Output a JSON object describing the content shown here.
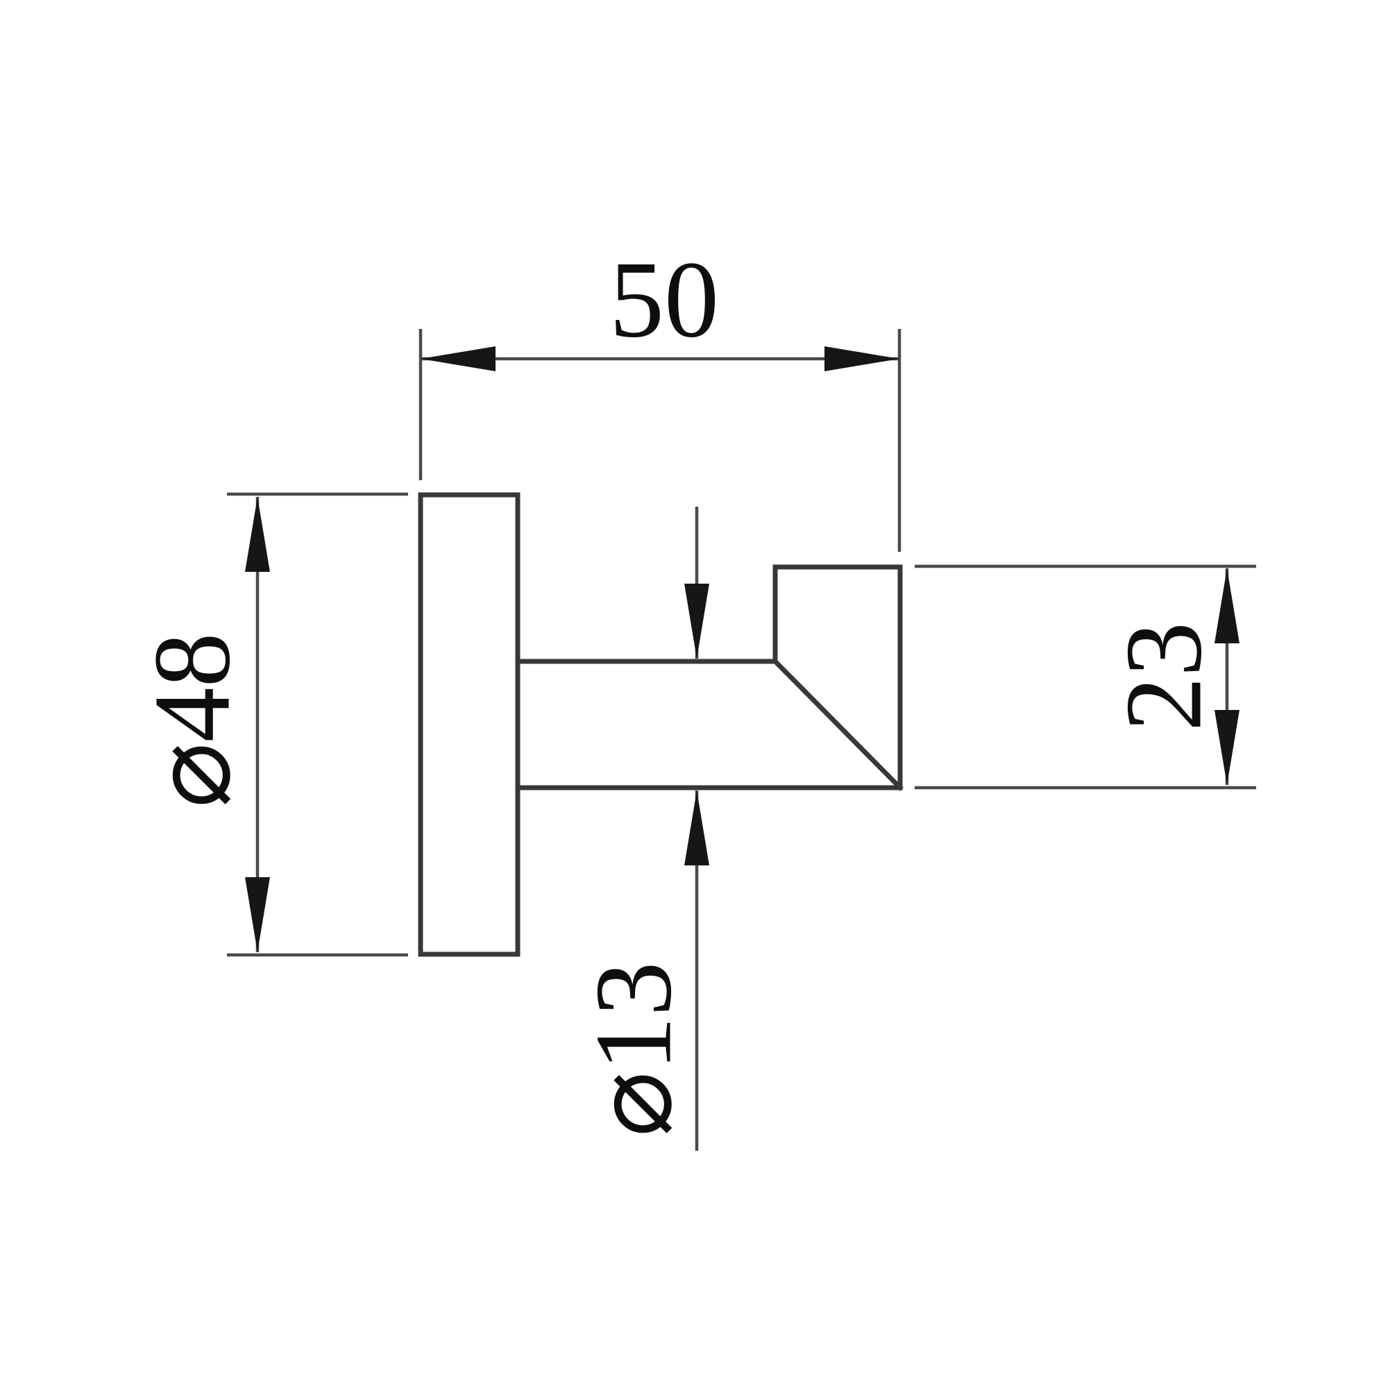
{
  "drawing": {
    "kind": "technical-dimension-drawing",
    "view": "wall-hook-side-view",
    "labels": {
      "width_top": "50",
      "plate_diameter_left": "⌀48",
      "hook_depth_right": "23",
      "arm_diameter_bottom": "⌀13"
    },
    "values": {
      "width_top": 50,
      "plate_diameter": 48,
      "hook_depth": 23,
      "arm_diameter": 13
    },
    "colors": {
      "background": "#ffffff",
      "object_line": "#383838",
      "dimension_line": "#4a4a4a",
      "arrow_fill": "#161616",
      "text": "#0e0e0e"
    }
  }
}
